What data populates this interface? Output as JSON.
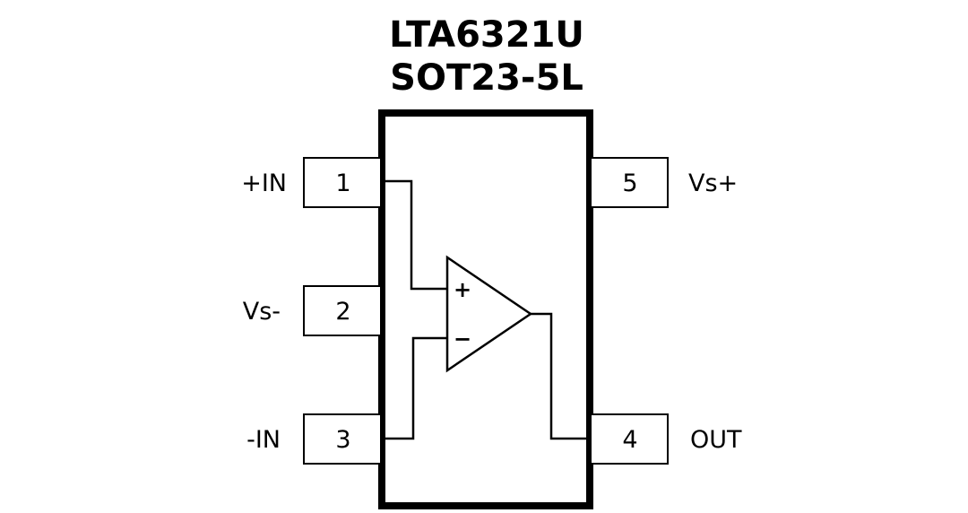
{
  "title": {
    "part_number": "LTA6321U",
    "package": "SOT23-5L"
  },
  "pins": [
    {
      "number": "1",
      "label": "+IN"
    },
    {
      "number": "2",
      "label": "Vs-"
    },
    {
      "number": "3",
      "label": "-IN"
    },
    {
      "number": "4",
      "label": "OUT"
    },
    {
      "number": "5",
      "label": "Vs+"
    }
  ],
  "opamp": {
    "plus_symbol": "+",
    "minus_symbol": "−"
  },
  "colors": {
    "line": "#000000",
    "background": "#ffffff"
  },
  "icons": {
    "amplifier": "op-amp-triangle-icon"
  }
}
